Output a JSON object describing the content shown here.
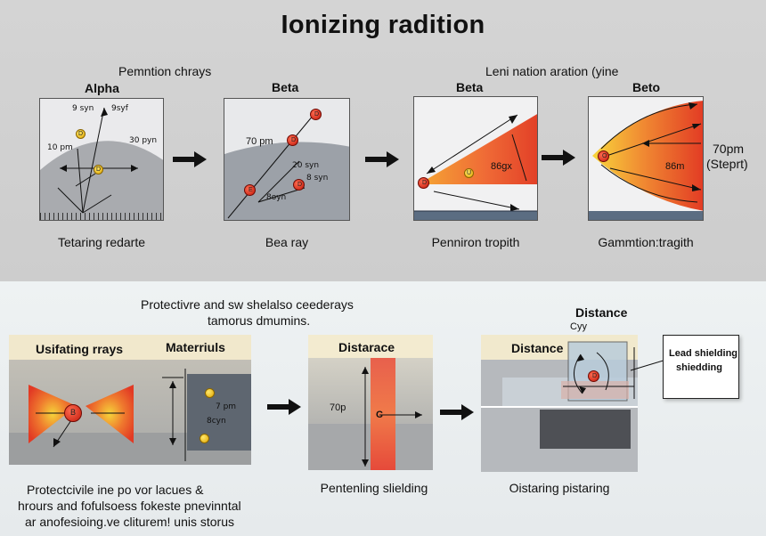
{
  "title": "Ionizing radition",
  "top": {
    "subheading_left": "Pemntion chrays",
    "subheading_right": "Leni nation aration (yine",
    "panels": [
      {
        "header": "Alpha",
        "caption": "Tetaring redarte",
        "labels": {
          "a": "9 syn",
          "b": "9syf",
          "c": "10 pm",
          "d": "30 pyn"
        },
        "particles": [
          "D",
          "D"
        ]
      },
      {
        "header": "Beta",
        "caption": "Bea ray",
        "labels": {
          "a": "70 pm",
          "b": "20 syn",
          "c": "8 syn",
          "d": "8oyn"
        },
        "particles": [
          "D",
          "D",
          "E",
          "D"
        ]
      },
      {
        "header": "Beta",
        "caption": "Penniron tropith",
        "labels": {
          "a": "86gx"
        },
        "particles": [
          "D",
          "U"
        ]
      },
      {
        "header": "Beto",
        "caption": "Gammtion:tragith",
        "labels": {
          "a": "86m",
          "side1": "70pm",
          "side2": "(Steprt)"
        },
        "particles": [
          "O"
        ]
      }
    ]
  },
  "bottom": {
    "heading_line1": "Protectivre and sw shelalso ceederays",
    "heading_line2": "tamorus dmumins.",
    "panel1": {
      "left_title": "Usifating rrays",
      "right_title": "Materriuls",
      "particle": "B",
      "labels": {
        "a": "7 pm",
        "b": "8cyn"
      }
    },
    "panel2": {
      "title": "Distarace",
      "label": "70p",
      "particle": "C",
      "caption": "Pentenling slielding"
    },
    "panel3": {
      "title": "Distance",
      "top_label": "Distance",
      "small_label": "Cyy",
      "particle": "D",
      "caption": "Oistaring pistaring"
    },
    "callout": {
      "line1": "Lead shielding",
      "line2": "shiedding"
    },
    "footer": [
      "Protectcivile ine po vor lacues &",
      "hrours and fofulsoess fokeste pnevinntal",
      "ar anofesioing.ve cliturem! unis storus"
    ]
  },
  "colors": {
    "warm_red": "#e84a2c",
    "warm_yellow": "#f5d33a",
    "panel_gray": "#b9bcc1"
  }
}
